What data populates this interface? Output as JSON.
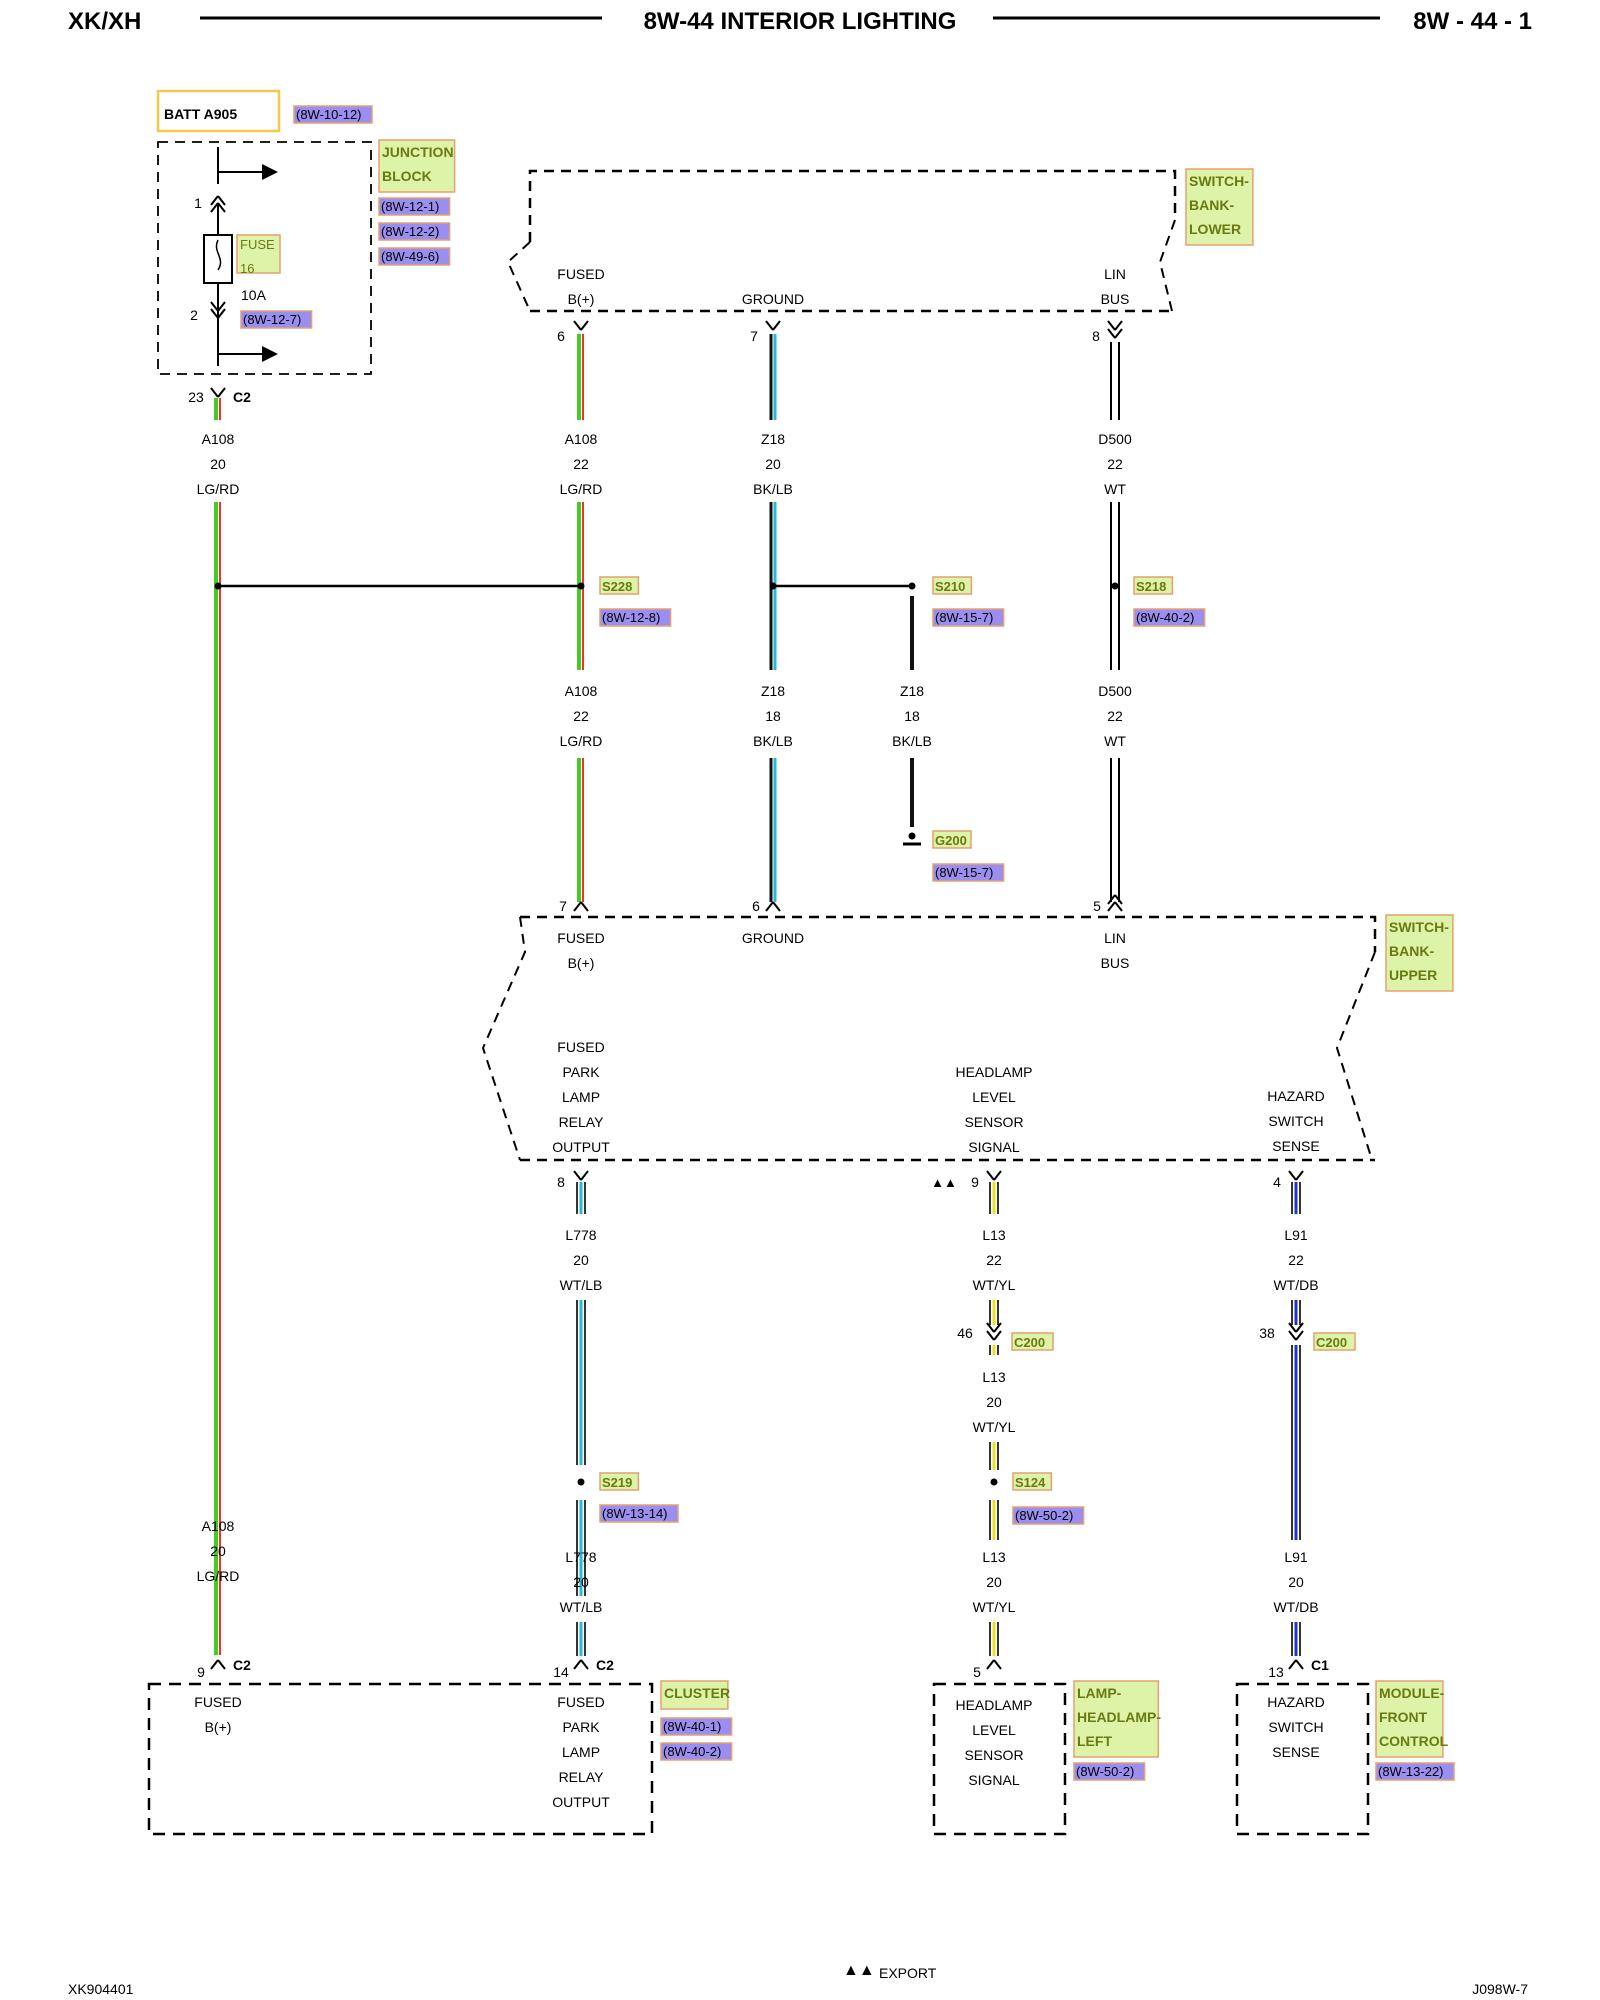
{
  "header": {
    "left": "XK/XH",
    "title": "8W-44 INTERIOR LIGHTING",
    "right": "8W - 44 - 1"
  },
  "footer": {
    "left_code": "XK904401",
    "export_symbol": "▲▲",
    "export_label": "EXPORT",
    "right_code": "J098W-7"
  },
  "colors": {
    "ref_fill": "#9a8ef0",
    "comp_fill": "#ddf3a8",
    "comp_stroke": "#e6a070",
    "comp_text": "#6a7a10",
    "batt_stroke": "#f4c84a",
    "wire_green": "#44cc22",
    "wire_red": "#ee3322",
    "wire_black": "#111111",
    "wire_cyan": "#22bbdd",
    "wire_yellow": "#e8e020",
    "wire_blue": "#2233cc"
  },
  "junction_block": {
    "batt_label": "BATT A905",
    "batt_ref": "(8W-10-12)",
    "name_lines": [
      "JUNCTION",
      "BLOCK"
    ],
    "refs": [
      "(8W-12-1)",
      "(8W-12-2)",
      "(8W-49-6)"
    ],
    "fuse_lines": [
      "FUSE",
      "16"
    ],
    "fuse_rating": "10A",
    "pin_top": "1",
    "pin_bottom": "2",
    "bottom_ref": "(8W-12-7)",
    "out_pin": "23",
    "out_connector": "C2"
  },
  "switch_bank_lower": {
    "name_lines": [
      "SWITCH-",
      "BANK-",
      "LOWER"
    ],
    "pins": [
      {
        "lines": [
          "FUSED",
          "B(+)"
        ],
        "pin": "6"
      },
      {
        "lines": [
          "GROUND"
        ],
        "pin": "7"
      },
      {
        "lines": [
          "LIN",
          "BUS"
        ],
        "pin": "8"
      }
    ]
  },
  "switch_bank_upper": {
    "name_lines": [
      "SWITCH-",
      "BANK-",
      "UPPER"
    ],
    "top_pins": [
      {
        "lines": [
          "FUSED",
          "B(+)"
        ],
        "pin": "7"
      },
      {
        "lines": [
          "GROUND"
        ],
        "pin": "6"
      },
      {
        "lines": [
          "LIN",
          "BUS"
        ],
        "pin": "5"
      }
    ],
    "bottom_pins": [
      {
        "lines": [
          "FUSED",
          "PARK",
          "LAMP",
          "RELAY",
          "OUTPUT"
        ],
        "pin": "8"
      },
      {
        "lines": [
          "HEADLAMP",
          "LEVEL",
          "SENSOR",
          "SIGNAL"
        ],
        "pin": "9",
        "mark": "▲▲"
      },
      {
        "lines": [
          "HAZARD",
          "SWITCH",
          "SENSE"
        ],
        "pin": "4"
      }
    ]
  },
  "wire_labels": {
    "w_a108_left_top": [
      "A108",
      "20",
      "LG/RD"
    ],
    "w_a108_left_bot": [
      "A108",
      "20",
      "LG/RD"
    ],
    "w_a108_mid_top": [
      "A108",
      "22",
      "LG/RD"
    ],
    "w_a108_mid_bot": [
      "A108",
      "22",
      "LG/RD"
    ],
    "w_z18_top": [
      "Z18",
      "20",
      "BK/LB"
    ],
    "w_z18_mid": [
      "Z18",
      "18",
      "BK/LB"
    ],
    "w_z18_gnd": [
      "Z18",
      "18",
      "BK/LB"
    ],
    "w_d500_top": [
      "D500",
      "22",
      "WT"
    ],
    "w_d500_bot": [
      "D500",
      "22",
      "WT"
    ],
    "w_l778_top": [
      "L778",
      "20",
      "WT/LB"
    ],
    "w_l778_bot": [
      "L778",
      "20",
      "WT/LB"
    ],
    "w_l13_top": [
      "L13",
      "22",
      "WT/YL"
    ],
    "w_l13_mid": [
      "L13",
      "20",
      "WT/YL"
    ],
    "w_l13_bot": [
      "L13",
      "20",
      "WT/YL"
    ],
    "w_l91_top": [
      "L91",
      "22",
      "WT/DB"
    ],
    "w_l91_bot": [
      "L91",
      "20",
      "WT/DB"
    ]
  },
  "splices": {
    "s228": {
      "name": "S228",
      "ref": "(8W-12-8)"
    },
    "s210": {
      "name": "S210",
      "ref": "(8W-15-7)"
    },
    "s218": {
      "name": "S218",
      "ref": "(8W-40-2)"
    },
    "s219": {
      "name": "S219",
      "ref": "(8W-13-14)"
    },
    "s124": {
      "name": "S124",
      "ref": "(8W-50-2)"
    }
  },
  "ground": {
    "name": "G200",
    "ref": "(8W-15-7)"
  },
  "inline_connectors": {
    "c200_l13": {
      "pin": "46",
      "name": "C200"
    },
    "c200_l91": {
      "pin": "38",
      "name": "C200"
    }
  },
  "cluster": {
    "name": "CLUSTER",
    "refs": [
      "(8W-40-1)",
      "(8W-40-2)"
    ],
    "left_pin": {
      "lines": [
        "FUSED",
        "B(+)"
      ],
      "pin": "9",
      "connector": "C2"
    },
    "right_pin": {
      "lines": [
        "FUSED",
        "PARK",
        "LAMP",
        "RELAY",
        "OUTPUT"
      ],
      "pin": "14",
      "connector": "C2"
    }
  },
  "lamp_headlamp_left": {
    "name_lines": [
      "LAMP-",
      "HEADLAMP-",
      "LEFT"
    ],
    "ref": "(8W-50-2)",
    "pin": {
      "lines": [
        "HEADLAMP",
        "LEVEL",
        "SENSOR",
        "SIGNAL"
      ],
      "pin": "5"
    }
  },
  "module_front_control": {
    "name_lines": [
      "MODULE-",
      "FRONT",
      "CONTROL"
    ],
    "ref": "(8W-13-22)",
    "pin": {
      "lines": [
        "HAZARD",
        "SWITCH",
        "SENSE"
      ],
      "pin": "13",
      "connector": "C1"
    }
  }
}
